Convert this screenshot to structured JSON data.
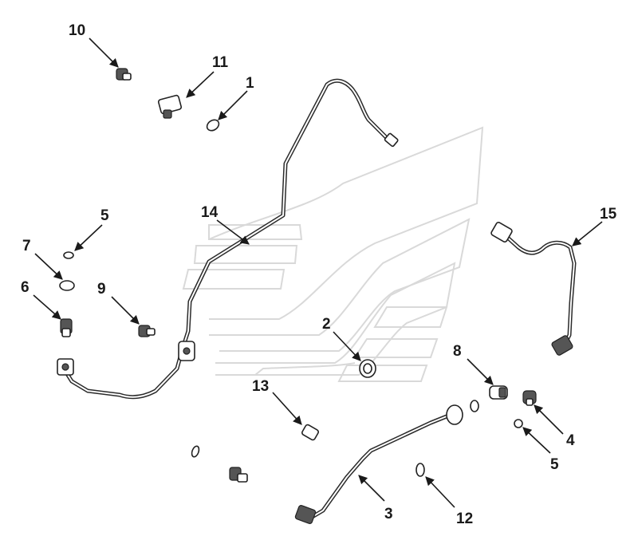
{
  "diagram": {
    "callouts": [
      {
        "id": "c10",
        "text": "10"
      },
      {
        "id": "c11",
        "text": "11"
      },
      {
        "id": "c1",
        "text": "1"
      },
      {
        "id": "c14",
        "text": "14"
      },
      {
        "id": "c5a",
        "text": "5"
      },
      {
        "id": "c7",
        "text": "7"
      },
      {
        "id": "c6",
        "text": "6"
      },
      {
        "id": "c9",
        "text": "9"
      },
      {
        "id": "c15",
        "text": "15"
      },
      {
        "id": "c2",
        "text": "2"
      },
      {
        "id": "c8",
        "text": "8"
      },
      {
        "id": "c13",
        "text": "13"
      },
      {
        "id": "c4",
        "text": "4"
      },
      {
        "id": "c5b",
        "text": "5"
      },
      {
        "id": "c3",
        "text": "3"
      },
      {
        "id": "c12",
        "text": "12"
      }
    ]
  }
}
